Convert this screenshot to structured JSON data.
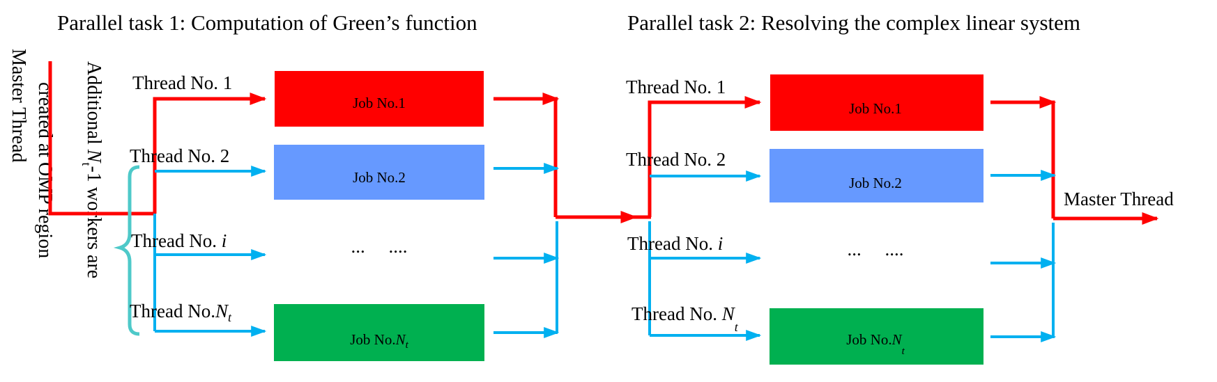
{
  "titles": {
    "task1": "Parallel task 1: Computation of Green’s function",
    "task2": "Parallel task 2: Resolving the complex linear system"
  },
  "side_labels": {
    "master": "Master Thread",
    "workers_line1_prefix": "Additional ",
    "workers_line1_var": "N",
    "workers_line1_sub": "t",
    "workers_line1_suffix": "-1 workers are",
    "workers_line2": "created at OMP region"
  },
  "task1": {
    "threads": [
      {
        "prefix": "Thread No. 1",
        "var": "",
        "sub": ""
      },
      {
        "prefix": "Thread No. 2",
        "var": "",
        "sub": ""
      },
      {
        "prefix": "Thread No. ",
        "var": "i",
        "sub": ""
      },
      {
        "prefix": "Thread No.",
        "var": "N",
        "sub": "t"
      }
    ],
    "jobs": [
      {
        "prefix": "Job No.1",
        "var": "",
        "sub": ""
      },
      {
        "prefix": "Job No.2",
        "var": "",
        "sub": ""
      },
      {
        "prefix": "...     ....",
        "var": "",
        "sub": ""
      },
      {
        "prefix": "Job No.",
        "var": "N",
        "sub": "t"
      }
    ]
  },
  "task2": {
    "threads": [
      {
        "prefix": "Thread No. 1",
        "var": "",
        "sub": ""
      },
      {
        "prefix": "Thread No. 2",
        "var": "",
        "sub": ""
      },
      {
        "prefix": "Thread No. ",
        "var": "i",
        "sub": ""
      },
      {
        "prefix": "Thread No. ",
        "var": "N",
        "sub": "t"
      }
    ],
    "jobs": [
      {
        "prefix": "Job No.1",
        "var": "",
        "sub": ""
      },
      {
        "prefix": "Job No.2",
        "var": "",
        "sub": ""
      },
      {
        "prefix": "...     ....",
        "var": "",
        "sub": ""
      },
      {
        "prefix": "Job No.",
        "var": "N",
        "sub": "t"
      }
    ]
  },
  "final_label": "Master Thread",
  "colors": {
    "master_red": "#ff0000",
    "worker_blue": "#00b0f0",
    "brace_teal": "#4ec9c9",
    "job1_red": "#ff0000",
    "job2_blue": "#6699ff",
    "jobN_green": "#00b050"
  }
}
